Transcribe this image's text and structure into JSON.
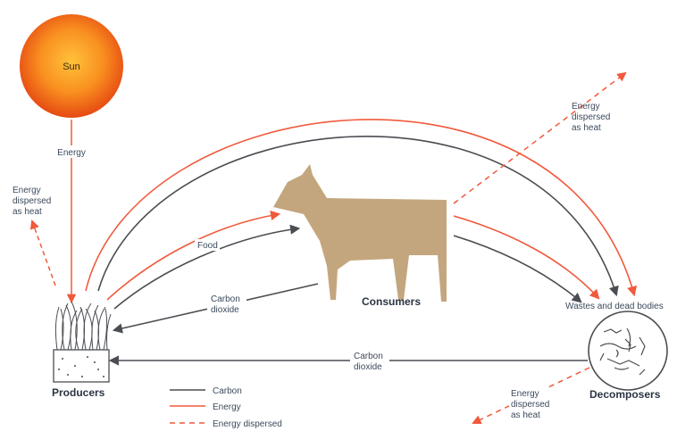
{
  "sun": {
    "label": "Sun",
    "energy_label": "Energy"
  },
  "heat": {
    "left": [
      "Energy",
      "dispersed",
      "as heat"
    ],
    "top_right": [
      "Energy",
      "dispersed",
      "as heat"
    ],
    "bottom": [
      "Energy",
      "dispersed",
      "as heat"
    ]
  },
  "flows": {
    "food": "Food",
    "co2_upper": [
      "Carbon",
      "dioxide"
    ],
    "co2_lower": [
      "Carbon",
      "dioxide"
    ]
  },
  "nodes": {
    "producers": "Producers",
    "consumers": "Consumers",
    "wastes": "Wastes and dead bodies",
    "decomposers": "Decomposers"
  },
  "legend": {
    "carbon": "Carbon",
    "energy": "Energy",
    "dispersed": "Energy dispersed"
  },
  "colors": {
    "carbon": "#4a4d52",
    "energy": "#f05a3c",
    "sun_core": "#ffb020",
    "sun_edge": "#ee5a14",
    "cow": "#c4a67e"
  }
}
